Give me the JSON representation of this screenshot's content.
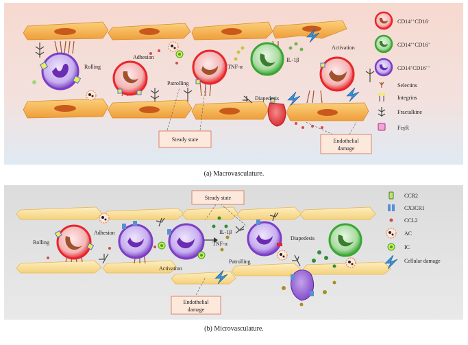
{
  "panel_a": {
    "caption": "(a)  Macrovasculature.",
    "labels": {
      "rolling": "Rolling",
      "adhesion": "Adhesion",
      "patrolling": "Patrolling",
      "tnf": "TNF-α",
      "il1": "IL-1β",
      "activation": "Activation",
      "diapedesis": "Diapedesis"
    },
    "boxes": {
      "steady_state": "Steady state",
      "endothelial_damage": [
        "Endothelial",
        "damage"
      ]
    },
    "legend": {
      "classical": {
        "base": "CD14",
        "sup1": "++",
        "mid": "CD16",
        "sup2": "-"
      },
      "intermediate": {
        "base": "CD14",
        "sup1": "++",
        "mid": "CD16",
        "sup2": "+"
      },
      "nonclassical": {
        "base": "CD14",
        "sup1": "+",
        "mid": "CD16",
        "sup2": "++"
      },
      "selectins": "Selectins",
      "integrins": "Integrins",
      "fractalkine": "Fractalkine",
      "fcyr": "FcγR"
    }
  },
  "panel_b": {
    "caption": "(b)  Microvasculature.",
    "labels": {
      "rolling": "Rolling",
      "adhesion": "Adhesion",
      "activation": "Activation",
      "patrolling": "Patrolling",
      "il1": "IL-1β",
      "tnf": "TNF-α",
      "diapedesis": "Diapedesis"
    },
    "boxes": {
      "steady_state": "Steady state",
      "endothelial_damage": [
        "Endothelial",
        "damage"
      ]
    },
    "legend": {
      "ccr2": "CCR2",
      "cx3cr1": "CX3CR1",
      "ccl2": "CCL2",
      "ac": "AC",
      "ic": "IC",
      "cellular_damage": "Cellular damage"
    }
  },
  "colors": {
    "classical": "#e8262b",
    "intermediate": "#3aa635",
    "nonclassical": "#7b3fc4",
    "endothelium": "#f4b04a",
    "nucleus": "#c8591b",
    "box_border": "#d9826b",
    "box_fill": "#fde8dc"
  }
}
